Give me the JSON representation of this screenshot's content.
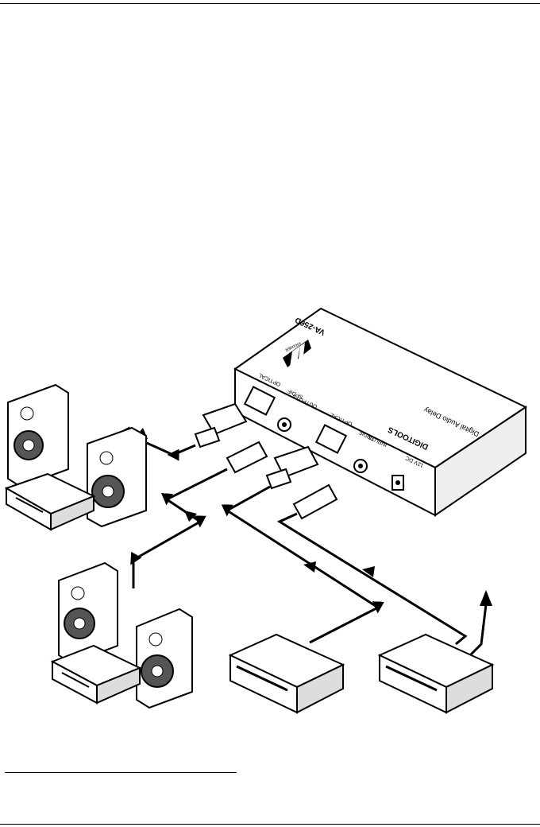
{
  "device": {
    "model": "VA-256D",
    "product_name": "Digital Audio Delay",
    "series": "DIGITOOLS",
    "brand": "KRAMER",
    "outputs_label": "OUTPUTS",
    "inputs_label": "INPUTS",
    "spdif_label": "SPDIF",
    "optical_label": "OPTICAL",
    "power_label": "12V DC"
  },
  "colors": {
    "line": "#000000",
    "paper": "#ffffff",
    "speaker_grey": "#555555"
  },
  "icons": [
    "speaker-icon",
    "receiver-icon",
    "player-icon",
    "arrow-icon",
    "rca-plug-icon",
    "toslink-plug-icon"
  ]
}
